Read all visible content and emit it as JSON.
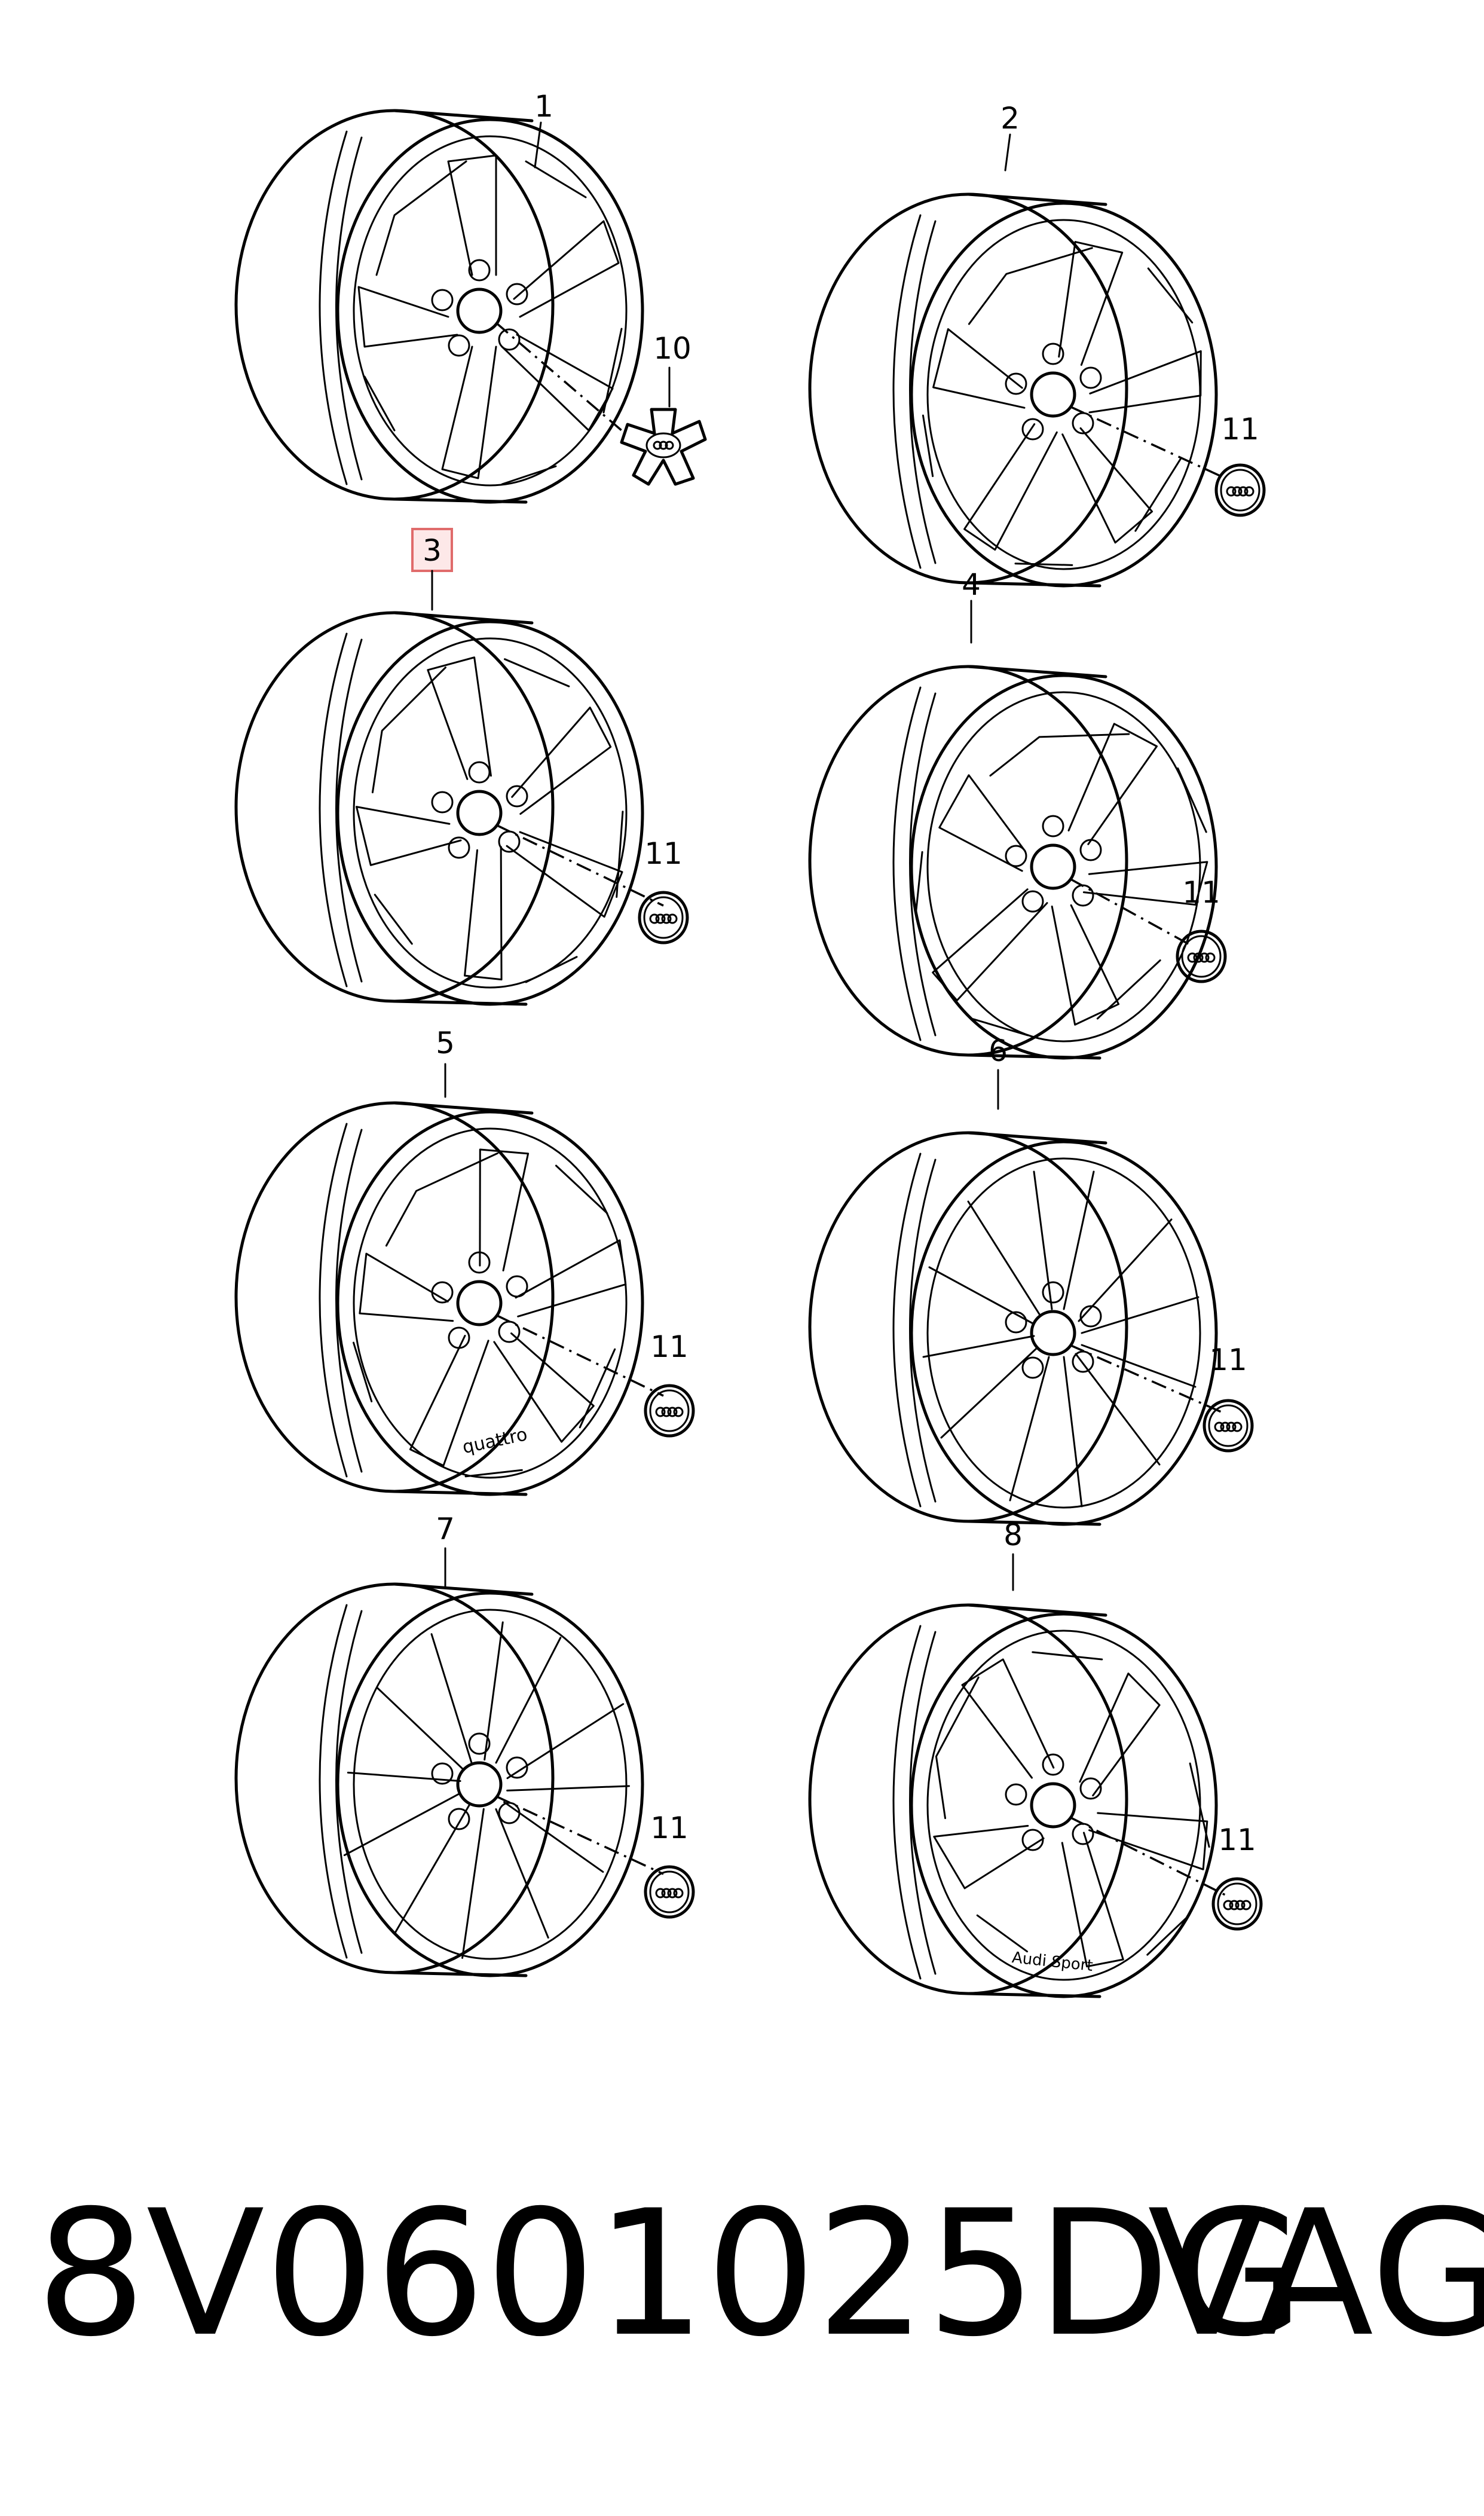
{
  "callouts": {
    "c1": "1",
    "c2": "2",
    "c3": "3",
    "c4": "4",
    "c5": "5",
    "c6": "6",
    "c7": "7",
    "c8": "8",
    "c10": "10",
    "c11": "11"
  },
  "highlighted_item": "3",
  "wheel_texts": {
    "wheel5_rim_text": "quattro",
    "wheel8_rim_text": "Audi Sport"
  },
  "footer": {
    "part_number": "8V0601025DG",
    "brand": "VAG"
  },
  "colors": {
    "line": "#000000",
    "highlight_fill": "#fde8e8",
    "highlight_border": "#e06b6b"
  }
}
